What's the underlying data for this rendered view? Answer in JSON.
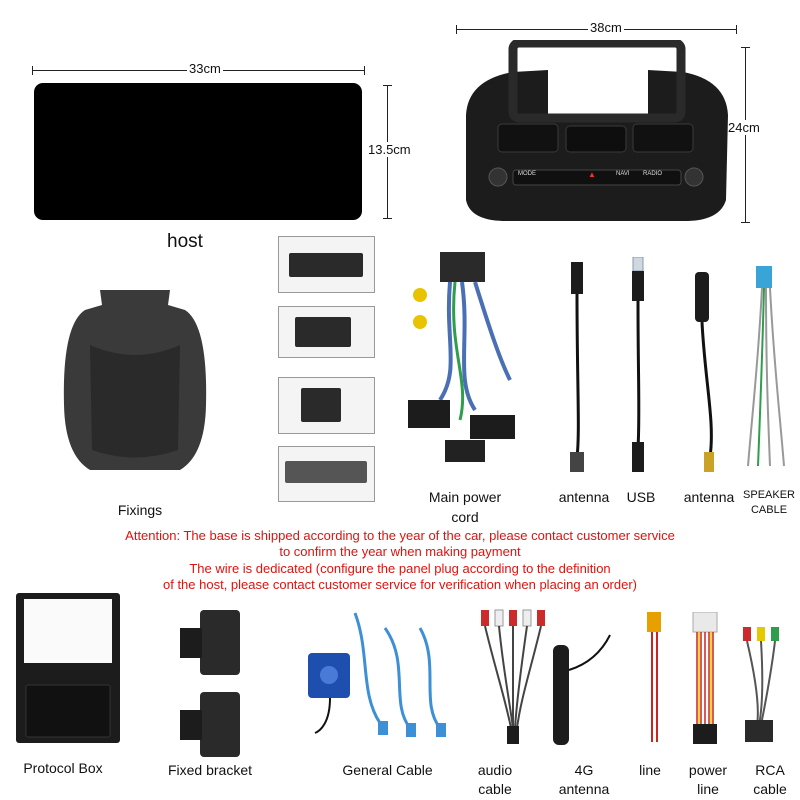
{
  "dimensions": {
    "screen_width": "33cm",
    "screen_height": "13.5cm",
    "frame_width": "38cm",
    "frame_height": "24cm"
  },
  "frame_buttons": [
    "MODE",
    "NAVI",
    "RADIO"
  ],
  "labels": {
    "host": "host",
    "fixings": "Fixings",
    "main_power_cord_1": "Main power",
    "main_power_cord_2": "cord",
    "antenna": "antenna",
    "usb": "USB",
    "antenna_2": "antenna",
    "speaker_cable_1": "SPEAKER",
    "speaker_cable_2": "CABLE",
    "protocol_box": "Protocol Box",
    "fixed_bracket": "Fixed bracket",
    "general_cable": "General Cable",
    "audio_cable_1": "audio",
    "audio_cable_2": "cable",
    "antenna_4g_1": "4G",
    "antenna_4g_2": "antenna",
    "line": "line",
    "power_line_1": "power",
    "power_line_2": "line",
    "rca_cable_1": "RCA",
    "rca_cable_2": "cable"
  },
  "attention": [
    "Attention: The base is shipped according to the year of the car, please contact customer service",
    "to confirm the year when making payment",
    "The wire is dedicated (configure the panel plug according to the definition",
    "of the host, please contact customer service for verification when placing an order)"
  ],
  "colors": {
    "notice": "#e0120e",
    "screen": "#000000",
    "frame": "#1c1c1c"
  }
}
